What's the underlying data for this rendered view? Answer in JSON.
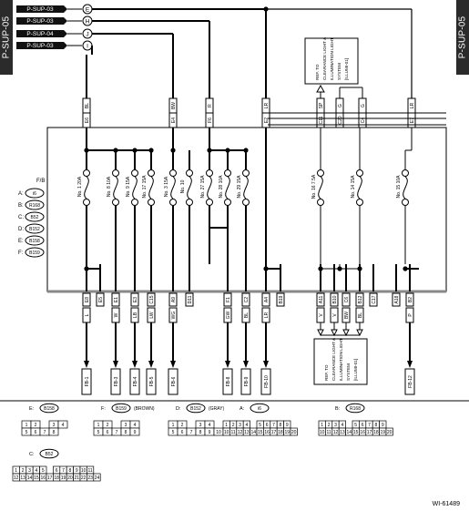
{
  "side_tabs": {
    "left": "P-SUP-05",
    "right": "P-SUP-05"
  },
  "sup_labels": [
    "P-SUP-03",
    "P-SUP-03",
    "P-SUP-04",
    "P-SUP-03"
  ],
  "sup_tags": [
    "E",
    "H",
    "J",
    "I"
  ],
  "top_wires": [
    {
      "color": "BL",
      "pin": "E6"
    },
    {
      "color": "BW",
      "pin": "E4"
    },
    {
      "color": "R",
      "pin": "F6"
    },
    {
      "color": "LR",
      "pin": "E2"
    },
    {
      "color": "SP",
      "pin": "C11"
    },
    {
      "color": "G",
      "pin": "C20"
    },
    {
      "color": "G",
      "pin": "C4"
    },
    {
      "color": "LR",
      "pin": "E7"
    }
  ],
  "ref_box_top": [
    "REF. TO",
    "CLEARANCE LIGHT &",
    "ILLUMINATION LIGHT",
    "SYSTEM",
    "[ILLUMI-01]"
  ],
  "ref_box_bottom": [
    "REF. TO",
    "CLEARANCE LIGHT &",
    "ILLUMINATION LIGHT",
    "SYSTEM",
    "[ILLUMI-01]"
  ],
  "fb_label": "F/B",
  "connector_legend": [
    {
      "letter": "A:",
      "id": "i6"
    },
    {
      "letter": "B:",
      "id": "R168"
    },
    {
      "letter": "C:",
      "id": "B52"
    },
    {
      "letter": "D:",
      "id": "B152"
    },
    {
      "letter": "E:",
      "id": "B158"
    },
    {
      "letter": "F:",
      "id": "B159"
    }
  ],
  "fuses": [
    "No. 1 20A",
    "No. 8 10A",
    "No. 9 15A",
    "No. 17 15A",
    "No. 3 15A",
    "No. 10",
    "No. 27 15A",
    "No. 28 10A",
    "No. 29 15A",
    "No. 16 7.5A",
    "No. 14 15A",
    "No. 15 10A"
  ],
  "bottom_pins": [
    "E8",
    "E5",
    "E1",
    "E3",
    "C15",
    "A9",
    "D11",
    "F1",
    "C2",
    "A4",
    "B19",
    "A11",
    "B10",
    "C6",
    "B12",
    "C17",
    "A18",
    "B2"
  ],
  "bottom_wires": [
    "L",
    "W",
    "LB",
    "LW",
    "WG",
    "GW",
    "BL",
    "LR",
    "V",
    "V",
    "BW",
    "BL",
    "P"
  ],
  "fb_boxes": [
    "FB-1",
    "FB-3",
    "FB-4",
    "FB-5",
    "FB-6",
    "FB-8",
    "FB-9",
    "FB-10",
    "FB-12"
  ],
  "connector_views": [
    {
      "prefix": "E:",
      "id": "B158",
      "suffix": "",
      "rows": [
        [
          "1",
          "2",
          "",
          "3",
          "4"
        ],
        [
          "5",
          "6",
          "7",
          "8"
        ]
      ]
    },
    {
      "prefix": "F:",
      "id": "B159",
      "suffix": "(BROWN)",
      "rows": [
        [
          "1",
          "2",
          "",
          "3",
          "4"
        ],
        [
          "5",
          "6",
          "7",
          "8",
          "9"
        ]
      ]
    },
    {
      "prefix": "D:",
      "id": "B152",
      "suffix": "(GRAY)",
      "rows": [
        [
          "1",
          "2",
          "",
          "3",
          "4"
        ],
        [
          "5",
          "6",
          "7",
          "8",
          "9",
          "10"
        ]
      ]
    },
    {
      "prefix": "A:",
      "id": "i6",
      "suffix": "",
      "rows": [
        [
          "1",
          "2",
          "3",
          "4",
          "",
          "5",
          "6",
          "7",
          "8",
          "9"
        ],
        [
          "10",
          "11",
          "12",
          "13",
          "14",
          "15",
          "16",
          "17",
          "18",
          "19",
          "20"
        ]
      ]
    },
    {
      "prefix": "B:",
      "id": "R168",
      "suffix": "",
      "rows": [
        [
          "1",
          "2",
          "3",
          "4",
          "",
          "5",
          "6",
          "7",
          "8",
          "9"
        ],
        [
          "10",
          "11",
          "12",
          "13",
          "14",
          "15",
          "16",
          "17",
          "18",
          "19",
          "20"
        ]
      ]
    },
    {
      "prefix": "C:",
      "id": "B52",
      "suffix": "",
      "rows": [
        [
          "1",
          "2",
          "3",
          "4",
          "5",
          "",
          "6",
          "7",
          "8",
          "9",
          "10",
          "11"
        ],
        [
          "12",
          "13",
          "14",
          "15",
          "16",
          "17",
          "18",
          "19",
          "20",
          "21",
          "22",
          "23",
          "24"
        ]
      ]
    }
  ],
  "diagram_id": "WI-61489"
}
